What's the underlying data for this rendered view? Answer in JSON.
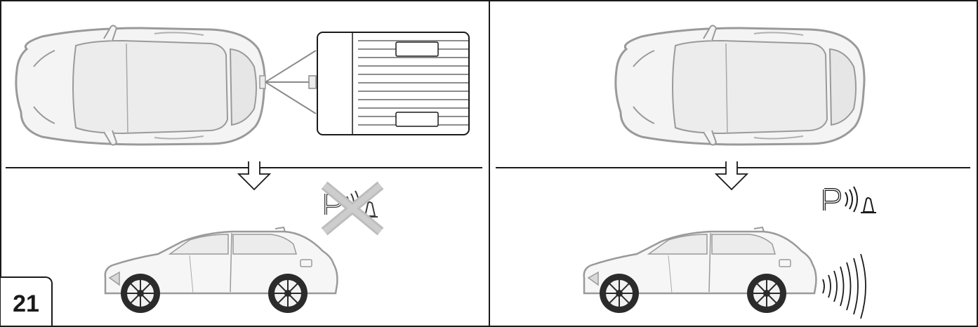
{
  "figure": {
    "number": "21"
  },
  "panels": [
    {
      "name": "with-trailer",
      "sensor_state": "deactivated"
    },
    {
      "name": "without-trailer",
      "sensor_state": "active"
    }
  ],
  "colors": {
    "line": "#1a1a1a",
    "car_outline": "#9a9a9a",
    "car_fill": "#f2f2f2",
    "disabled_cross": "#bdbdbd",
    "icon_grey": "#a0a0a0"
  },
  "icons": [
    "parking-sensor-icon",
    "parking-sensor-disabled-icon",
    "down-arrow-icon",
    "sound-wave-icon"
  ]
}
